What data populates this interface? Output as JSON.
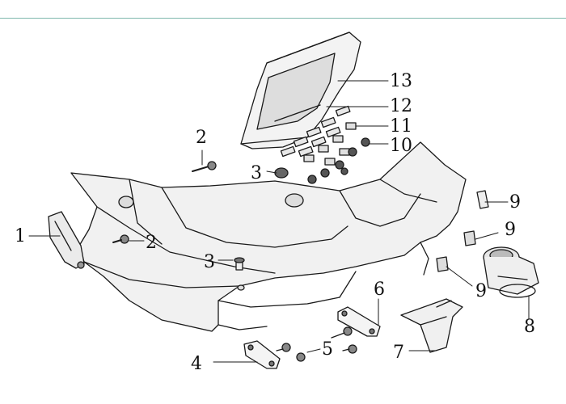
{
  "callouts": [
    {
      "id": "c1",
      "number": "1"
    },
    {
      "id": "c2a",
      "number": "2"
    },
    {
      "id": "c2b",
      "number": "2"
    },
    {
      "id": "c3a",
      "number": "3"
    },
    {
      "id": "c3b",
      "number": "3"
    },
    {
      "id": "c4",
      "number": "4"
    },
    {
      "id": "c5",
      "number": "5"
    },
    {
      "id": "c6",
      "number": "6"
    },
    {
      "id": "c7",
      "number": "7"
    },
    {
      "id": "c8",
      "number": "8"
    },
    {
      "id": "c9a",
      "number": "9"
    },
    {
      "id": "c9b",
      "number": "9"
    },
    {
      "id": "c9c",
      "number": "9"
    },
    {
      "id": "c10",
      "number": "10"
    },
    {
      "id": "c11",
      "number": "11"
    },
    {
      "id": "c12",
      "number": "12"
    },
    {
      "id": "c13",
      "number": "13"
    }
  ],
  "colors": {
    "line": "#1a1a1a",
    "accent_rule": "#7fb7ac",
    "paper": "#ffffff"
  }
}
